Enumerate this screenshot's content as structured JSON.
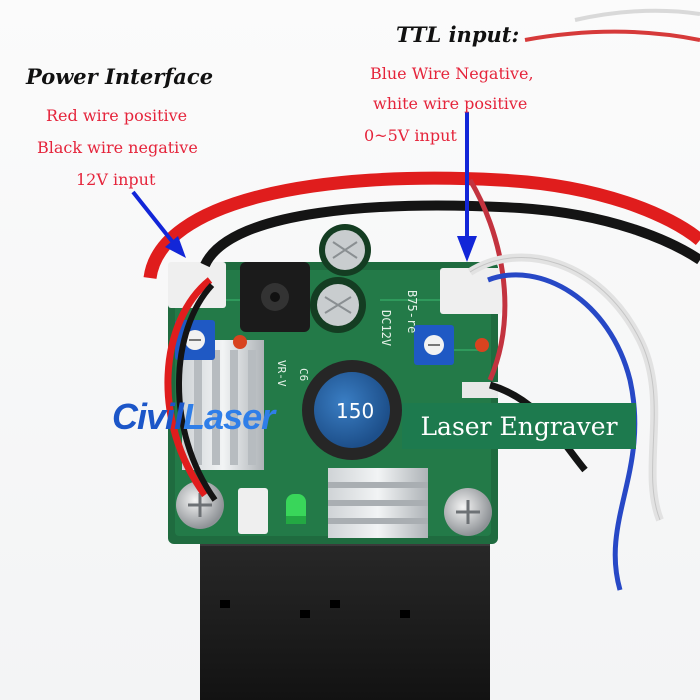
{
  "power": {
    "title": "Power Interface",
    "line1": "Red wire positive",
    "line2": "Black wire negative",
    "line3": "12V input"
  },
  "ttl": {
    "title": "TTL input:",
    "line1": "Blue Wire Negative,",
    "line2": "white wire positive",
    "line3": "0~5V input"
  },
  "brand": {
    "part1": "Civil",
    "part2": "Laser"
  },
  "product_label": "Laser Engraver",
  "board": {
    "silkscreen_model": "B75-re",
    "silkscreen_dc": "DC12V",
    "inductor_marking": "150",
    "pot_label_left": "VR-V",
    "cap_label": "C6"
  },
  "colors": {
    "annotation_red": "#e5243b",
    "arrow_blue": "#1226d8",
    "pcb_green": "#1f6b3f",
    "brand_blue": "#1c56c8",
    "label_green": "#1d7a4e"
  }
}
